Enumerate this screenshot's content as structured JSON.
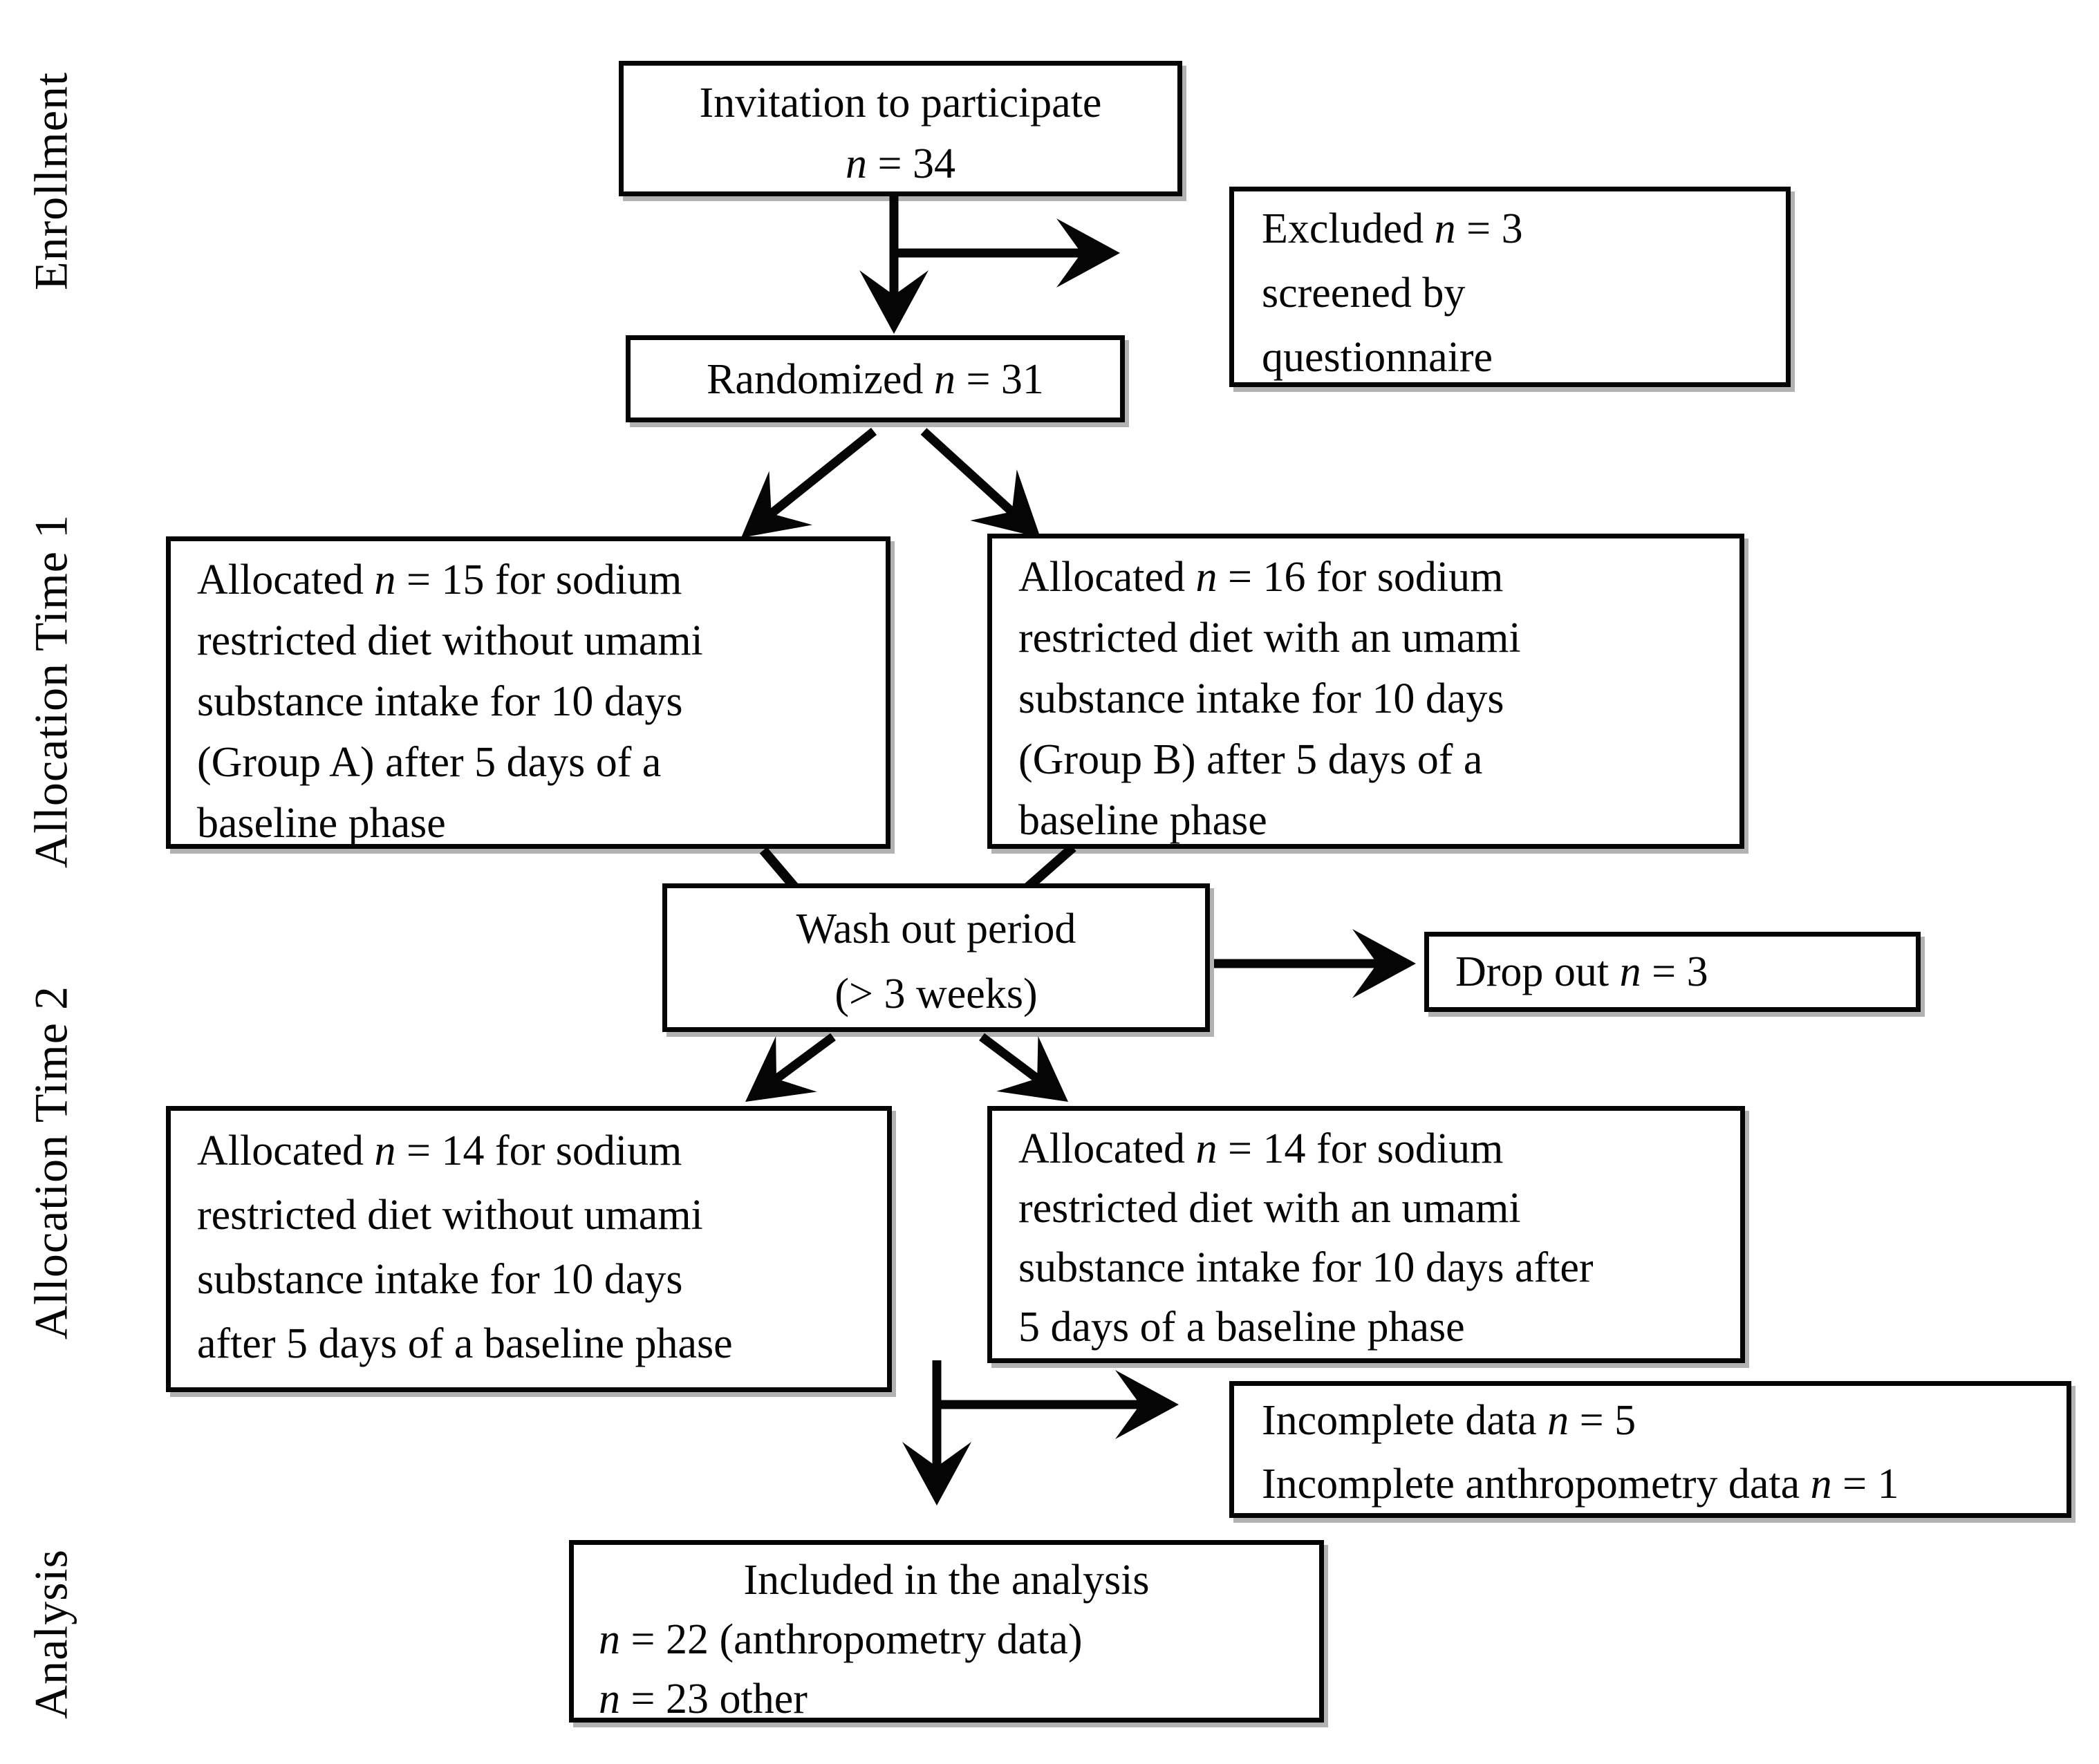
{
  "stages": {
    "enrollment": "Enrollment",
    "allocation_time_1": "Allocation Time 1",
    "allocation_time_2": "Allocation Time 2",
    "analysis": "Analysis"
  },
  "boxes": {
    "invitation": {
      "lines": [
        "Invitation to participate",
        "n = 34"
      ]
    },
    "excluded": {
      "lines": [
        "Excluded n = 3",
        "screened by",
        "questionnaire"
      ]
    },
    "randomized": {
      "lines": [
        "Randomized n = 31"
      ]
    },
    "alloc1_left": {
      "lines": [
        "Allocated n = 15 for sodium",
        "restricted diet without umami",
        "substance intake for 10 days",
        "(Group A) after 5 days of a",
        "baseline phase"
      ]
    },
    "alloc1_right": {
      "lines": [
        "Allocated n = 16 for sodium",
        "restricted diet with an umami",
        "substance intake for 10 days",
        "(Group B) after 5 days of a",
        "baseline phase"
      ]
    },
    "washout": {
      "lines": [
        "Wash out period",
        "(> 3 weeks)"
      ]
    },
    "dropout": {
      "lines": [
        "Drop out n = 3"
      ]
    },
    "alloc2_left": {
      "lines": [
        "Allocated n = 14 for sodium",
        "restricted diet without umami",
        "substance intake for 10 days",
        "after 5 days of a baseline phase"
      ]
    },
    "alloc2_right": {
      "lines": [
        "Allocated n = 14 for sodium",
        "restricted diet with an umami",
        "substance intake for 10 days after",
        "5 days of a baseline phase"
      ]
    },
    "incomplete": {
      "lines": [
        "Incomplete data n = 5",
        "Incomplete anthropometry data n = 1"
      ]
    },
    "analysis": {
      "lines": [
        "Included in the analysis",
        "n = 22 (anthropometry data)",
        "n = 23 other"
      ]
    }
  },
  "colors": {
    "ink": "#050505",
    "background": "#ffffff"
  }
}
